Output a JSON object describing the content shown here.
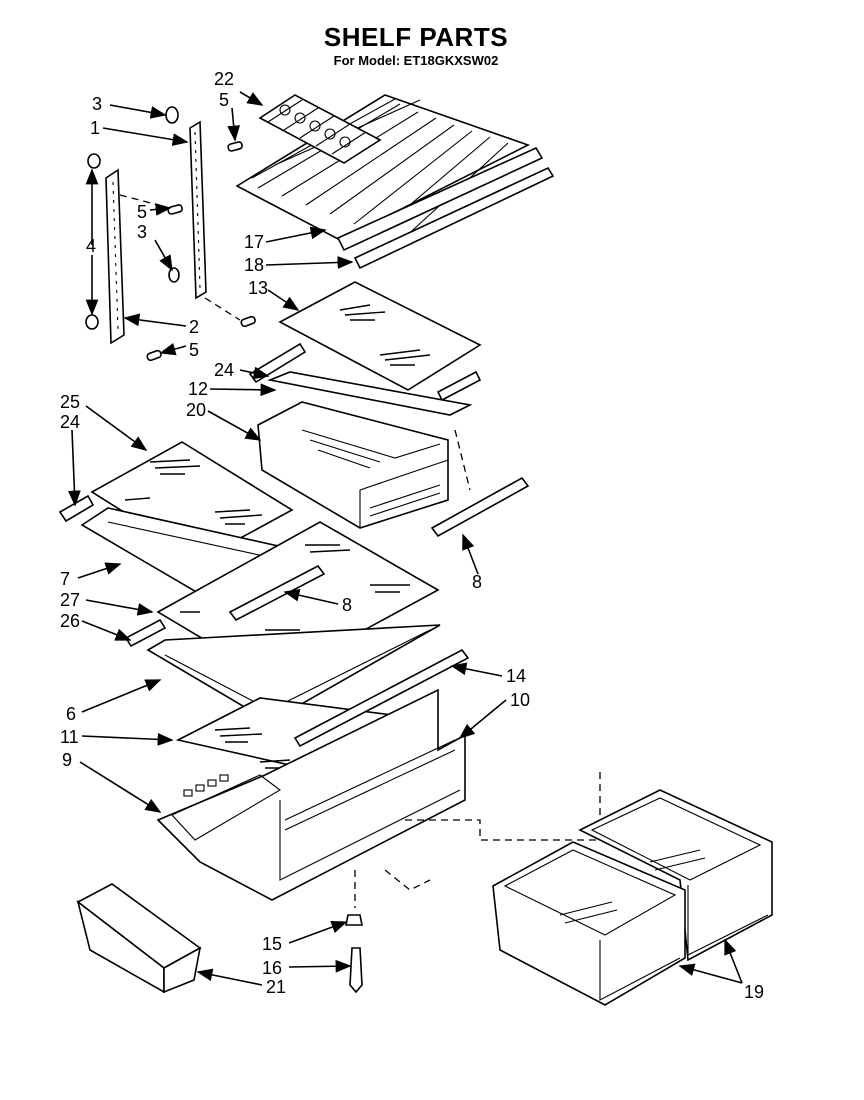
{
  "header": {
    "title": "SHELF PARTS",
    "subtitle": "For Model: ET18GKXSW02"
  },
  "callouts": {
    "c1": "1",
    "c2": "2",
    "c3a": "3",
    "c3b": "3",
    "c4": "4",
    "c5a": "5",
    "c5b": "5",
    "c5c": "5",
    "c6": "6",
    "c7": "7",
    "c8a": "8",
    "c8b": "8",
    "c9": "9",
    "c10": "10",
    "c11": "11",
    "c12": "12",
    "c13": "13",
    "c14": "14",
    "c15": "15",
    "c16": "16",
    "c17": "17",
    "c18": "18",
    "c19": "19",
    "c20": "20",
    "c21": "21",
    "c22": "22",
    "c24a": "24",
    "c24b": "24",
    "c25": "25",
    "c26": "26",
    "c27": "27"
  }
}
